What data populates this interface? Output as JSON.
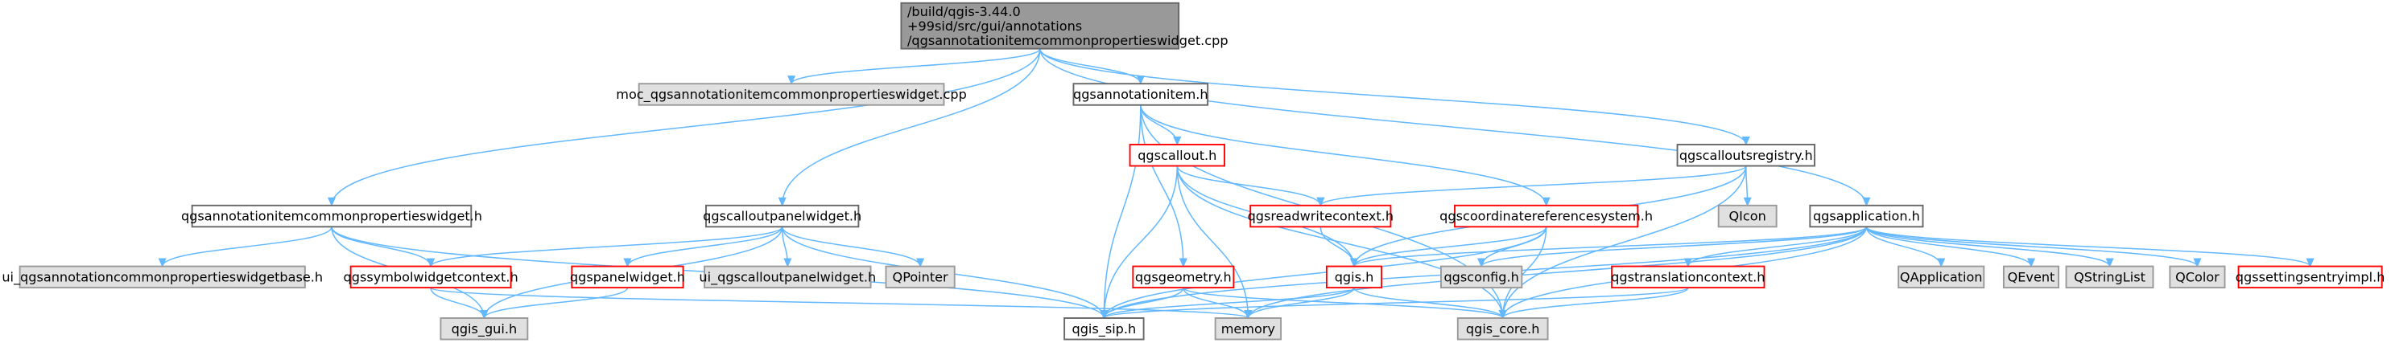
{
  "colors": {
    "root_fill": "#999999",
    "root_stroke": "#666666",
    "header_fill": "#ffffff",
    "header_stroke": "#666666",
    "incomplete_fill": "#ffffff",
    "incomplete_stroke": "#ff0000",
    "system_fill": "#e0e0e0",
    "system_stroke": "#999999",
    "edge": "#63b8ff"
  },
  "nodes": [
    {
      "id": "root",
      "style": "root",
      "lines": [
        "/build/qgis-3.44.0",
        "+99sid/src/gui/annotations",
        "/qgsannotationitemcommonpropertieswidget.cpp"
      ]
    },
    {
      "id": "moc",
      "style": "system",
      "lines": [
        "moc_qgsannotationitemcommonpropertieswidget.cpp"
      ]
    },
    {
      "id": "qgsannotationitem",
      "style": "header",
      "lines": [
        "qgsannotationitem.h"
      ]
    },
    {
      "id": "qgscalloutsregistry",
      "style": "header",
      "lines": [
        "qgscalloutsregistry.h"
      ]
    },
    {
      "id": "qgsannotationitemcommonpropertieswidget",
      "style": "header",
      "lines": [
        "qgsannotationitemcommonpropertieswidget.h"
      ]
    },
    {
      "id": "qgscalloutpanelwidget",
      "style": "header",
      "lines": [
        "qgscalloutpanelwidget.h"
      ]
    },
    {
      "id": "qgscallout",
      "style": "incomplete",
      "lines": [
        "qgscallout.h"
      ]
    },
    {
      "id": "qgsapplication",
      "style": "header",
      "lines": [
        "qgsapplication.h"
      ]
    },
    {
      "id": "qgsreadwritecontext",
      "style": "incomplete",
      "lines": [
        "qgsreadwritecontext.h"
      ]
    },
    {
      "id": "qgscoordinatereferencesystem",
      "style": "incomplete",
      "lines": [
        "qgscoordinatereferencesystem.h"
      ]
    },
    {
      "id": "qicon",
      "style": "system",
      "lines": [
        "QIcon"
      ]
    },
    {
      "id": "ui_annotation",
      "style": "system",
      "lines": [
        "ui_qgsannotationcommonpropertieswidgetbase.h"
      ]
    },
    {
      "id": "qgssymbolwidgetcontext",
      "style": "incomplete",
      "lines": [
        "qgssymbolwidgetcontext.h"
      ]
    },
    {
      "id": "qgspanelwidget",
      "style": "incomplete",
      "lines": [
        "qgspanelwidget.h"
      ]
    },
    {
      "id": "ui_callout",
      "style": "system",
      "lines": [
        "ui_qgscalloutpanelwidget.h"
      ]
    },
    {
      "id": "qpointer",
      "style": "system",
      "lines": [
        "QPointer"
      ]
    },
    {
      "id": "qgsgeometry",
      "style": "incomplete",
      "lines": [
        "qgsgeometry.h"
      ]
    },
    {
      "id": "qgis",
      "style": "incomplete",
      "lines": [
        "qgis.h"
      ]
    },
    {
      "id": "qgsconfig",
      "style": "system",
      "lines": [
        "qgsconfig.h"
      ]
    },
    {
      "id": "qgstranslationcontext",
      "style": "incomplete",
      "lines": [
        "qgstranslationcontext.h"
      ]
    },
    {
      "id": "qapplication",
      "style": "system",
      "lines": [
        "QApplication"
      ]
    },
    {
      "id": "qevent",
      "style": "system",
      "lines": [
        "QEvent"
      ]
    },
    {
      "id": "qstringlist",
      "style": "system",
      "lines": [
        "QStringList"
      ]
    },
    {
      "id": "qcolor",
      "style": "system",
      "lines": [
        "QColor"
      ]
    },
    {
      "id": "qgssettingsentryimpl",
      "style": "incomplete",
      "lines": [
        "qgssettingsentryimpl.h"
      ]
    },
    {
      "id": "qgis_gui",
      "style": "system",
      "lines": [
        "qgis_gui.h"
      ]
    },
    {
      "id": "qgis_sip",
      "style": "header",
      "lines": [
        "qgis_sip.h"
      ]
    },
    {
      "id": "memory",
      "style": "system",
      "lines": [
        "memory"
      ]
    },
    {
      "id": "qgis_core",
      "style": "system",
      "lines": [
        "qgis_core.h"
      ]
    }
  ],
  "edges": [
    {
      "from": "root",
      "to": "moc"
    },
    {
      "from": "root",
      "to": "qgsannotationitem"
    },
    {
      "from": "root",
      "to": "qgscalloutsregistry"
    },
    {
      "from": "root",
      "to": "qgsannotationitemcommonpropertieswidget"
    },
    {
      "from": "root",
      "to": "qgscalloutpanelwidget"
    },
    {
      "from": "root",
      "to": "qgsapplication"
    },
    {
      "from": "qgsannotationitem",
      "to": "qgscallout"
    },
    {
      "from": "qgsannotationitem",
      "to": "qgscoordinatereferencesystem"
    },
    {
      "from": "qgsannotationitem",
      "to": "qgsgeometry"
    },
    {
      "from": "qgsannotationitem",
      "to": "qgis_sip"
    },
    {
      "from": "qgsannotationitem",
      "to": "qgis_core"
    },
    {
      "from": "qgscallout",
      "to": "qgsreadwritecontext"
    },
    {
      "from": "qgscallout",
      "to": "qgis"
    },
    {
      "from": "qgscallout",
      "to": "qgis_sip"
    },
    {
      "from": "qgscallout",
      "to": "memory"
    },
    {
      "from": "qgscallout",
      "to": "qgis_core"
    },
    {
      "from": "qgscalloutsregistry",
      "to": "qgsreadwritecontext"
    },
    {
      "from": "qgscalloutsregistry",
      "to": "qicon"
    },
    {
      "from": "qgscalloutsregistry",
      "to": "qgis"
    },
    {
      "from": "qgscalloutsregistry",
      "to": "qgis_core"
    },
    {
      "from": "qgsreadwritecontext",
      "to": "qgis"
    },
    {
      "from": "qgscoordinatereferencesystem",
      "to": "qgis"
    },
    {
      "from": "qgscoordinatereferencesystem",
      "to": "qgsconfig"
    },
    {
      "from": "qgscoordinatereferencesystem",
      "to": "qgis_sip"
    },
    {
      "from": "qgscoordinatereferencesystem",
      "to": "qgis_core"
    },
    {
      "from": "qgsannotationitemcommonpropertieswidget",
      "to": "ui_annotation"
    },
    {
      "from": "qgsannotationitemcommonpropertieswidget",
      "to": "qgssymbolwidgetcontext"
    },
    {
      "from": "qgsannotationitemcommonpropertieswidget",
      "to": "qgis_gui"
    },
    {
      "from": "qgsannotationitemcommonpropertieswidget",
      "to": "qgis_sip"
    },
    {
      "from": "qgscalloutpanelwidget",
      "to": "qgssymbolwidgetcontext"
    },
    {
      "from": "qgscalloutpanelwidget",
      "to": "qgspanelwidget"
    },
    {
      "from": "qgscalloutpanelwidget",
      "to": "ui_callout"
    },
    {
      "from": "qgscalloutpanelwidget",
      "to": "qpointer"
    },
    {
      "from": "qgscalloutpanelwidget",
      "to": "qgis_gui"
    },
    {
      "from": "qgscalloutpanelwidget",
      "to": "qgis_sip"
    },
    {
      "from": "qgssymbolwidgetcontext",
      "to": "qgis_gui"
    },
    {
      "from": "qgssymbolwidgetcontext",
      "to": "memory"
    },
    {
      "from": "qgspanelwidget",
      "to": "qgis_gui"
    },
    {
      "from": "qgsgeometry",
      "to": "qgis_sip"
    },
    {
      "from": "qgsgeometry",
      "to": "memory"
    },
    {
      "from": "qgsgeometry",
      "to": "qgis_core"
    },
    {
      "from": "qgis",
      "to": "qgis_sip"
    },
    {
      "from": "qgis",
      "to": "memory"
    },
    {
      "from": "qgis",
      "to": "qgis_core"
    },
    {
      "from": "qgsapplication",
      "to": "qgis"
    },
    {
      "from": "qgsapplication",
      "to": "qgsconfig"
    },
    {
      "from": "qgsapplication",
      "to": "qgstranslationcontext"
    },
    {
      "from": "qgsapplication",
      "to": "qapplication"
    },
    {
      "from": "qgsapplication",
      "to": "qevent"
    },
    {
      "from": "qgsapplication",
      "to": "qstringlist"
    },
    {
      "from": "qgsapplication",
      "to": "qcolor"
    },
    {
      "from": "qgsapplication",
      "to": "qgssettingsentryimpl"
    },
    {
      "from": "qgsapplication",
      "to": "qgis_sip"
    },
    {
      "from": "qgsapplication",
      "to": "memory"
    },
    {
      "from": "qgsapplication",
      "to": "qgis_core"
    },
    {
      "from": "qgstranslationcontext",
      "to": "qgis_sip"
    },
    {
      "from": "qgstranslationcontext",
      "to": "qgis_core"
    }
  ]
}
